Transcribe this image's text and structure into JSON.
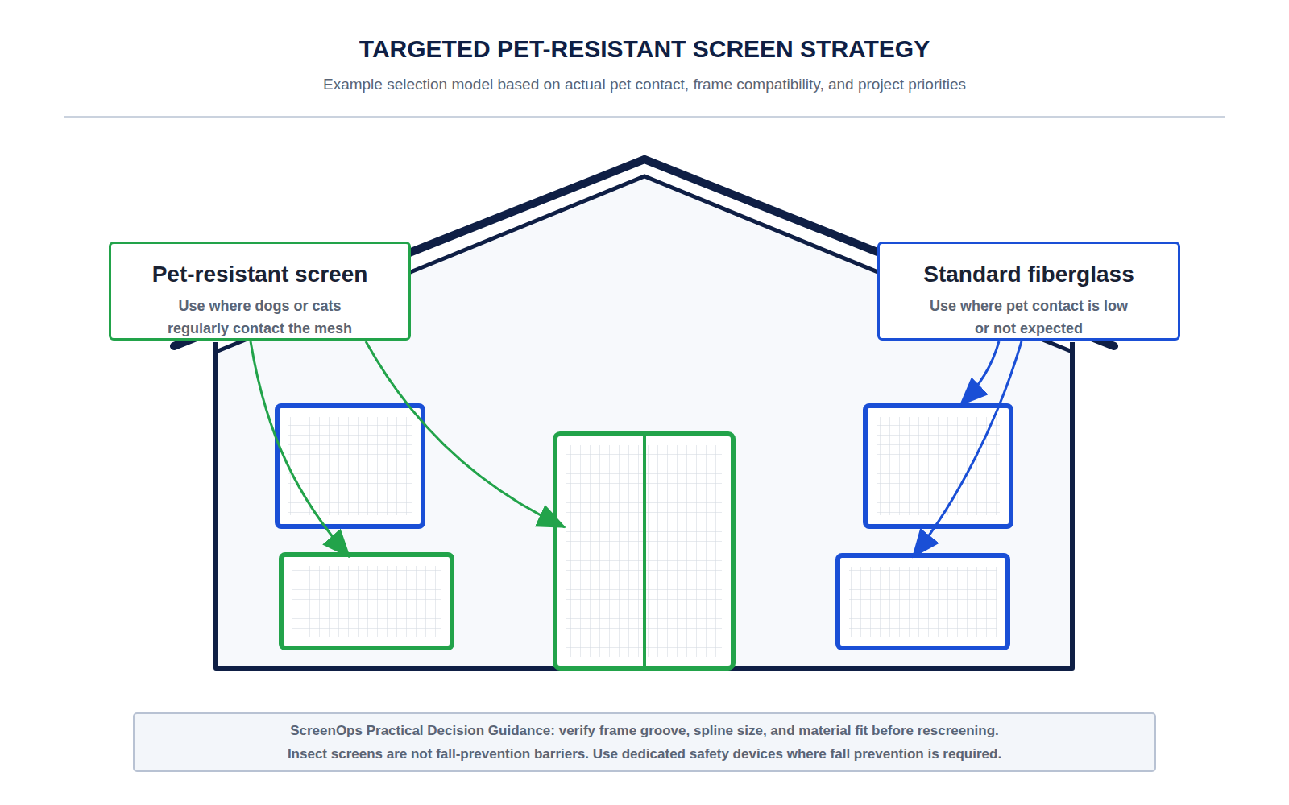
{
  "diagram": {
    "title": "TARGETED PET-RESISTANT SCREEN STRATEGY",
    "caption": "Example selection model based on actual pet contact, frame compatibility, and project priorities",
    "nodes": [
      {
        "text": [
          "Pet-resistant screen",
          "Use where dogs or cats regularly contact the mesh"
        ]
      },
      {
        "text": [
          "Standard fiberglass",
          "Use where pet contact is low or not expected"
        ]
      },
      {
        "text": [
          "ScreenOps Practical Decision Guidance: verify frame groove, spline size, and material fit before rescreening.",
          "Insect screens are not fall-prevention barriers. Use dedicated safety devices where fall prevention is required."
        ]
      }
    ]
  }
}
